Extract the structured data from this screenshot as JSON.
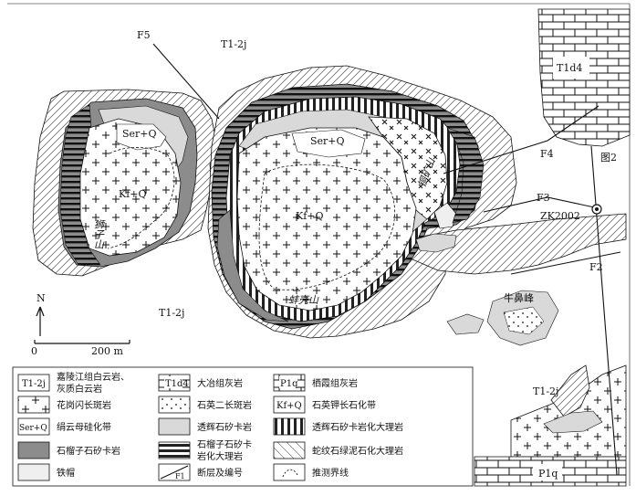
{
  "map": {
    "figure_label": "图2",
    "borehole_label": "ZK2002",
    "faults": [
      "F5",
      "F4",
      "F3",
      "F2"
    ],
    "unit_labels": {
      "t1j_top": "T1-2j",
      "t1j_left": "T1-2j",
      "t1j_right": "T1-2j",
      "t1d4": "T1d4",
      "p1q": "P1q",
      "ser_q_left": "Ser+Q",
      "ser_q_right": "Ser+Q",
      "kf_q_left": "Kf+Q",
      "kf_q_right": "Kf+Q"
    },
    "place_names": {
      "shizishan": "狮子山",
      "tongkuangshan": "铜矿山",
      "bangkeshan": "蚌壳山",
      "niubifeng": "牛鼻峰"
    },
    "north_arrow": "N",
    "scale": {
      "start": "0",
      "end": "200 m"
    }
  },
  "legend": {
    "items": [
      {
        "symbol": "T1-2j",
        "text": "嘉陵江组白云岩、灰质白云岩",
        "line1": "嘉陵江组白云岩、",
        "line2": "灰质白云岩"
      },
      {
        "symbol": "T1d4",
        "text": "大冶组灰岩"
      },
      {
        "symbol": "P1q",
        "text": "栖霞组灰岩"
      },
      {
        "symbol": "",
        "text": "花岗闪长斑岩"
      },
      {
        "symbol": "",
        "text": "石英二长斑岩"
      },
      {
        "symbol": "Kf+Q",
        "text": "石英钾长石化带"
      },
      {
        "symbol": "Ser+Q",
        "text": "绢云母硅化带"
      },
      {
        "symbol": "",
        "text": "透辉石矽卡岩"
      },
      {
        "symbol": "",
        "text": "透辉石矽卡岩化大理岩"
      },
      {
        "symbol": "",
        "text": "石榴子石矽卡岩"
      },
      {
        "symbol": "",
        "text": "石榴子石矽卡岩化大理岩",
        "line1": "石榴子石矽卡",
        "line2": "岩化大理岩"
      },
      {
        "symbol": "",
        "text": "蛇纹石绿泥石化大理岩"
      },
      {
        "symbol": "",
        "text": "铁帽"
      },
      {
        "symbol": "F1",
        "text": "断层及编号"
      },
      {
        "symbol": "",
        "text": "推测界线"
      }
    ]
  },
  "colors": {
    "light_gray": "#d9d9d9",
    "dark_gray": "#8c8c8c",
    "pale_gray": "#efefef",
    "line": "#111111"
  }
}
